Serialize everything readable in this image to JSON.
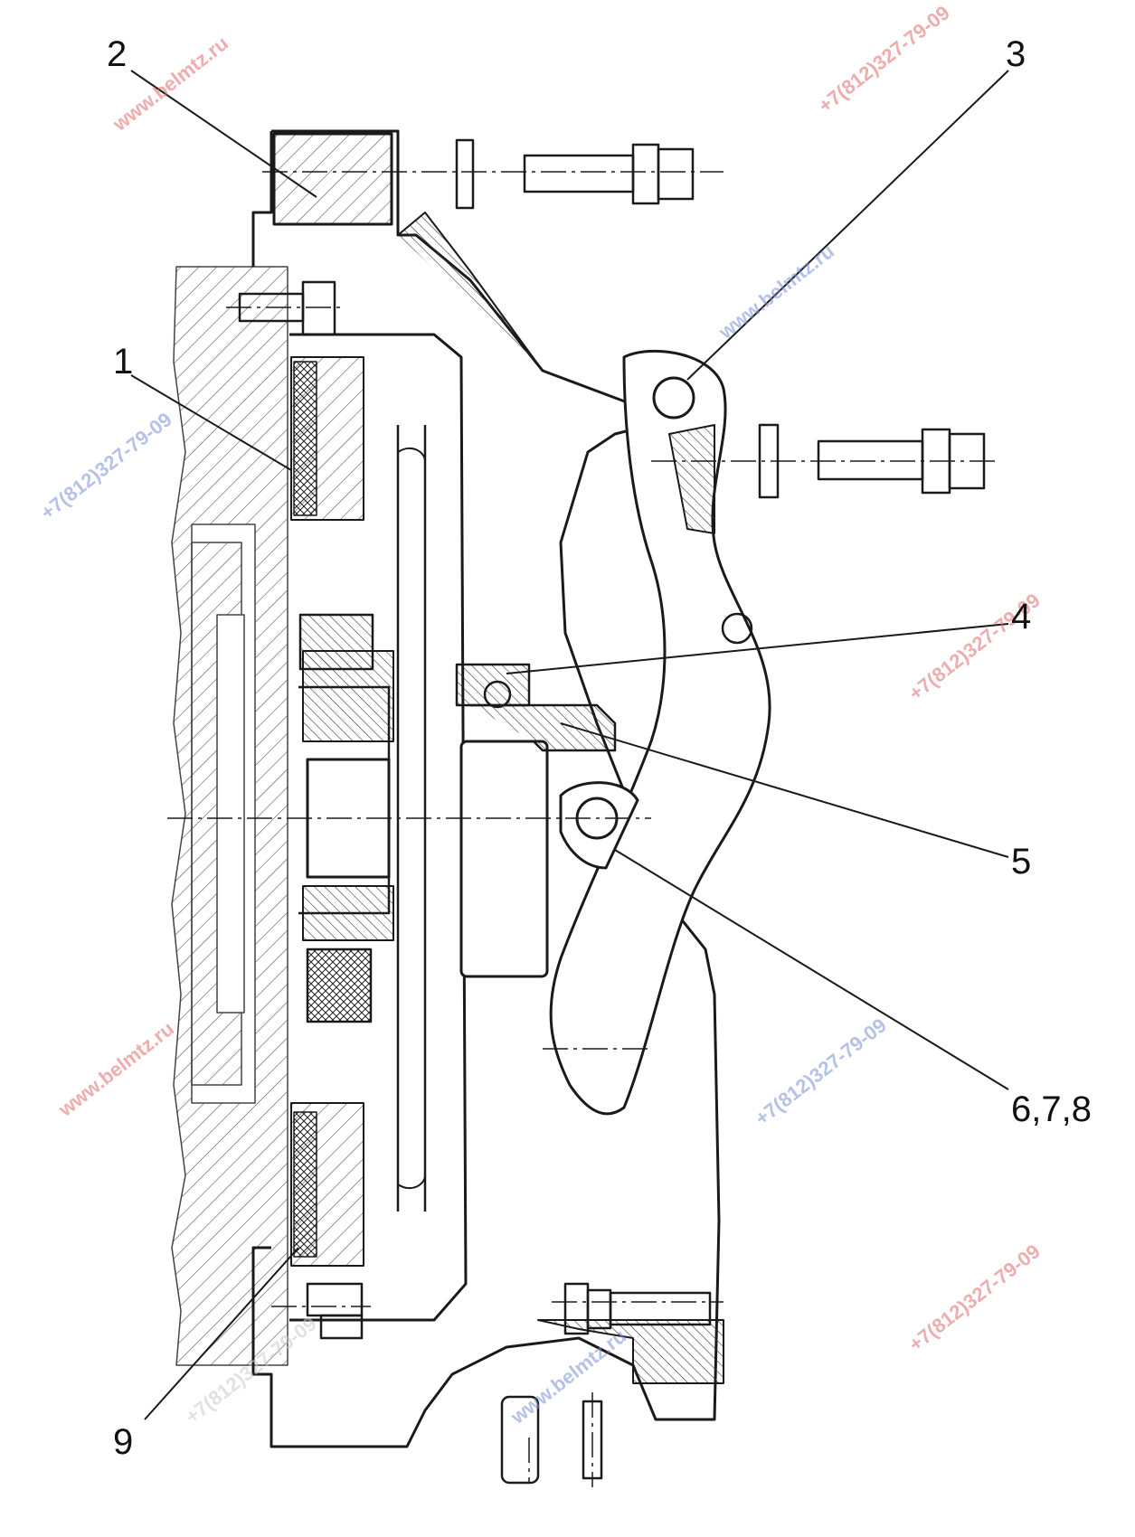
{
  "diagram": {
    "callouts": [
      {
        "id": "2",
        "label": "2"
      },
      {
        "id": "3",
        "label": "3"
      },
      {
        "id": "1",
        "label": "1"
      },
      {
        "id": "4",
        "label": "4"
      },
      {
        "id": "5",
        "label": "5"
      },
      {
        "id": "678",
        "label": "6,7,8"
      },
      {
        "id": "9",
        "label": "9"
      }
    ],
    "watermarks": {
      "site": "www.belmtz.ru",
      "phone": "+7(812)327-79-09"
    },
    "colors": {
      "line": "#1a1a1a",
      "hatch": "#555555",
      "watermark_red": "#e36a6a",
      "watermark_blue": "#7b8fd6"
    }
  }
}
